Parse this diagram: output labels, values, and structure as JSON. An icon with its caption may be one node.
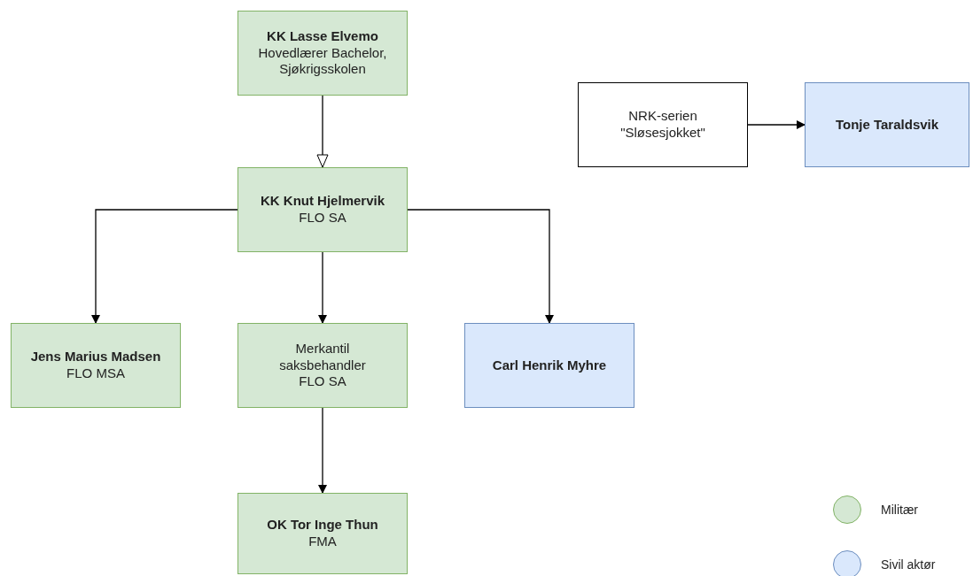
{
  "diagram": {
    "nodes": [
      {
        "text": [
          "KK Lasse Elvemo",
          "Hovedlærer Bachelor, Sjøkrigsskolen"
        ]
      },
      {
        "text": [
          "KK Knut Hjelmervik",
          "FLO SA"
        ]
      },
      {
        "text": [
          "Jens Marius Madsen",
          "FLO MSA"
        ]
      },
      {
        "text": [
          "Merkantil saksbehandler FLO SA"
        ]
      },
      {
        "text": [
          "Carl Henrik Myhre"
        ]
      },
      {
        "text": [
          "OK Tor Inge Thun",
          "FMA"
        ]
      },
      {
        "text": [
          "NRK-serien \"Sløsesjokket\""
        ]
      },
      {
        "text": [
          "Tonje Taraldsvik"
        ]
      }
    ],
    "edges": [
      {
        "from": 0,
        "to": 1,
        "arrow": "to"
      },
      {
        "from": 1,
        "to": 2,
        "arrow": "to"
      },
      {
        "from": 1,
        "to": 3,
        "arrow": "to"
      },
      {
        "from": 1,
        "to": 4,
        "arrow": "to"
      },
      {
        "from": 3,
        "to": 5,
        "arrow": "to"
      },
      {
        "from": 6,
        "to": 7,
        "arrow": "to"
      }
    ],
    "legend": [
      {
        "text": "Militær",
        "color": "#d5e8d4"
      },
      {
        "text": "Sivil aktør",
        "color": "#dae8fc"
      }
    ]
  }
}
